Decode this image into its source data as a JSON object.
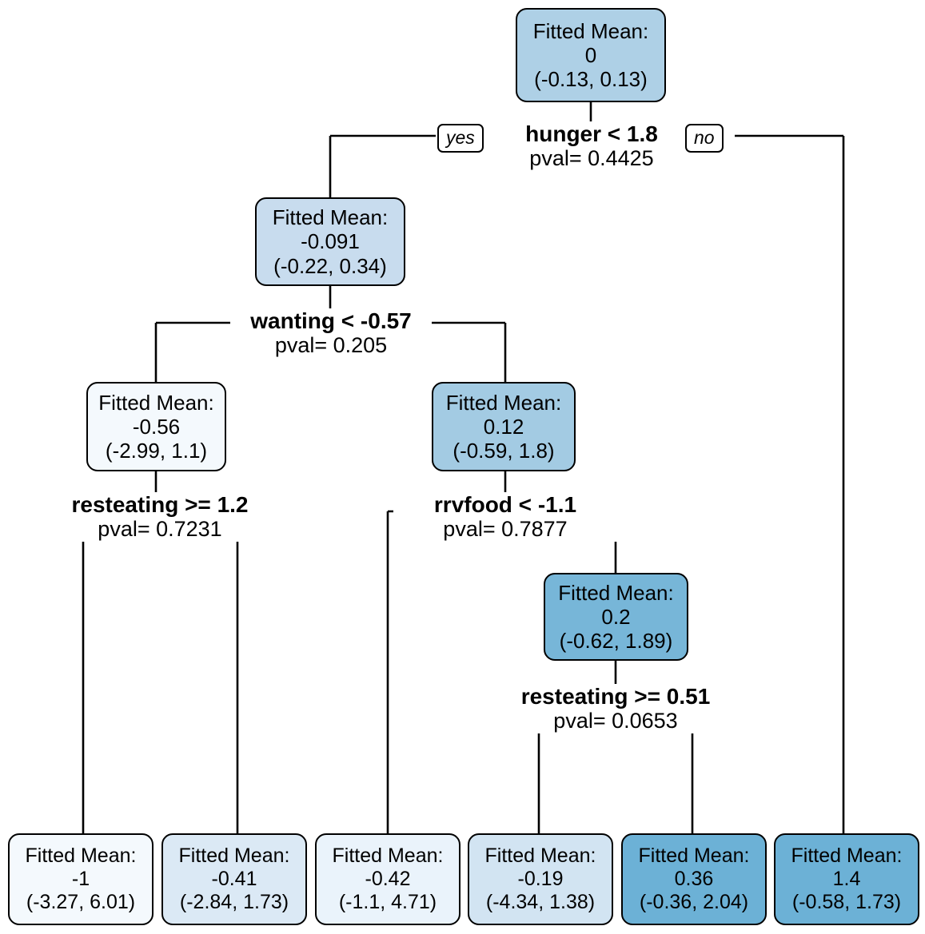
{
  "diagram": {
    "type": "decision-tree",
    "title": "",
    "background_color": "#ffffff",
    "stroke_color": "#000000",
    "label_prefix": "Fitted Mean:",
    "pval_prefix": "pval=",
    "branch_labels": {
      "yes": "yes",
      "no": "no"
    }
  },
  "nodes": [
    {
      "id": "root",
      "label": "Fitted Mean:",
      "value": "0",
      "interval": "(-0.13, 0.13)",
      "color": "#aed0e6"
    },
    {
      "id": "n-hunger-yes",
      "label": "Fitted Mean:",
      "value": "-0.091",
      "interval": "(-0.22, 0.34)",
      "color": "#c8dcee"
    },
    {
      "id": "n-wanting-yes",
      "label": "Fitted Mean:",
      "value": "-0.56",
      "interval": "(-2.99, 1.1)",
      "color": "#f4f9fd"
    },
    {
      "id": "n-wanting-no",
      "label": "Fitted Mean:",
      "value": "0.12",
      "interval": "(-0.59, 1.8)",
      "color": "#a3cbe3"
    },
    {
      "id": "n-rrvfood-no",
      "label": "Fitted Mean:",
      "value": "0.2",
      "interval": "(-0.62, 1.89)",
      "color": "#77b6d8"
    }
  ],
  "leaves": [
    {
      "id": "leaf-1",
      "label": "Fitted Mean:",
      "value": "-1",
      "interval": "(-3.27, 6.01)",
      "color": "#f4f9fd"
    },
    {
      "id": "leaf-2",
      "label": "Fitted Mean:",
      "value": "-0.41",
      "interval": "(-2.84, 1.73)",
      "color": "#dbe9f5"
    },
    {
      "id": "leaf-3",
      "label": "Fitted Mean:",
      "value": "-0.42",
      "interval": "(-1.1, 4.71)",
      "color": "#eaf3fb"
    },
    {
      "id": "leaf-4",
      "label": "Fitted Mean:",
      "value": "-0.19",
      "interval": "(-4.34, 1.38)",
      "color": "#d2e4f2"
    },
    {
      "id": "leaf-5",
      "label": "Fitted Mean:",
      "value": "0.36",
      "interval": "(-0.36, 2.04)",
      "color": "#6cb1d6"
    },
    {
      "id": "leaf-6",
      "label": "Fitted Mean:",
      "value": "1.4",
      "interval": "(-0.58, 1.73)",
      "color": "#6cb1d6"
    }
  ],
  "splits": [
    {
      "id": "split-hunger",
      "condition": "hunger < 1.8",
      "pval": "pval= 0.4425",
      "yes": "yes",
      "no": "no"
    },
    {
      "id": "split-wanting",
      "condition": "wanting < -0.57",
      "pval": "pval= 0.205"
    },
    {
      "id": "split-resteating-12",
      "condition": "resteating >= 1.2",
      "pval": "pval= 0.7231"
    },
    {
      "id": "split-rrvfood",
      "condition": "rrvfood < -1.1",
      "pval": "pval= 0.7877"
    },
    {
      "id": "split-resteating-051",
      "condition": "resteating >= 0.51",
      "pval": "pval= 0.0653"
    }
  ]
}
